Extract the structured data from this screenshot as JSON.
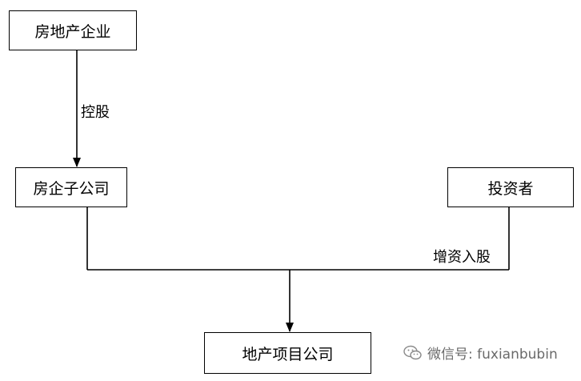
{
  "nodes": {
    "real_estate_enterprise": "房地产企业",
    "subsidiary": "房企子公司",
    "investor": "投资者",
    "project_company": "地产项目公司"
  },
  "edges": {
    "holding_label": "控股",
    "capital_increase_label": "增资入股"
  },
  "watermark": {
    "icon": "wechat-icon",
    "text": "微信号: fuxianbubin"
  }
}
